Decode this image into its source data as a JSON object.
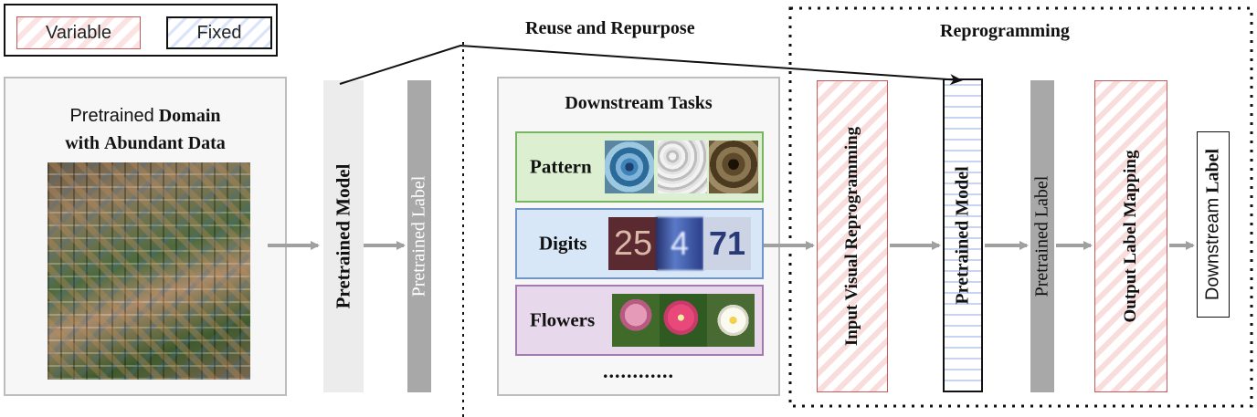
{
  "legend": {
    "variable_label": "Variable",
    "fixed_label": "Fixed"
  },
  "source": {
    "title_plain": "Pretrained",
    "title_bold_1": "Domain",
    "title_bold_2": "Abundant Data",
    "title_with": "with"
  },
  "pretrained_model_label": "Pretrained Model",
  "pretrained_label_label": "Pretrained Label",
  "reuse_title": "Reuse and Repurpose",
  "downstream": {
    "title": "Downstream Tasks",
    "tasks": [
      {
        "label": "Pattern"
      },
      {
        "label": "Digits",
        "digit_texts": [
          "25",
          "4",
          "71"
        ]
      },
      {
        "label": "Flowers"
      }
    ],
    "more": "............"
  },
  "reprogramming": {
    "title": "Reprogramming",
    "input_label": "Input Visual Reprogramming",
    "model_label": "Pretrained Model",
    "pretrained_label": "Pretrained Label",
    "output_label": "Output Label Mapping",
    "downstream_label_plain": "Downstream",
    "downstream_label_bold": "Label"
  },
  "colors": {
    "variable_border": "#c45a5a",
    "fixed_border": "#111111",
    "pattern_bg": "#dcefd0",
    "digits_bg": "#d7e7f8",
    "flowers_bg": "#e8d8ec",
    "arrow": "#a0a0a0"
  }
}
